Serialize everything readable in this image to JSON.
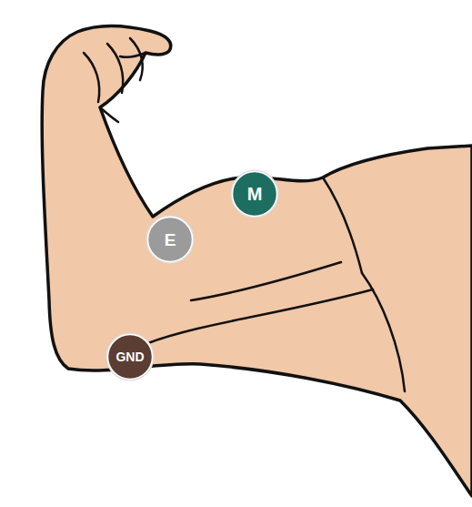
{
  "diagram": {
    "nodes": [
      {
        "text": [
          "M"
        ]
      },
      {
        "text": [
          "E"
        ]
      },
      {
        "text": [
          "GND"
        ]
      }
    ]
  }
}
